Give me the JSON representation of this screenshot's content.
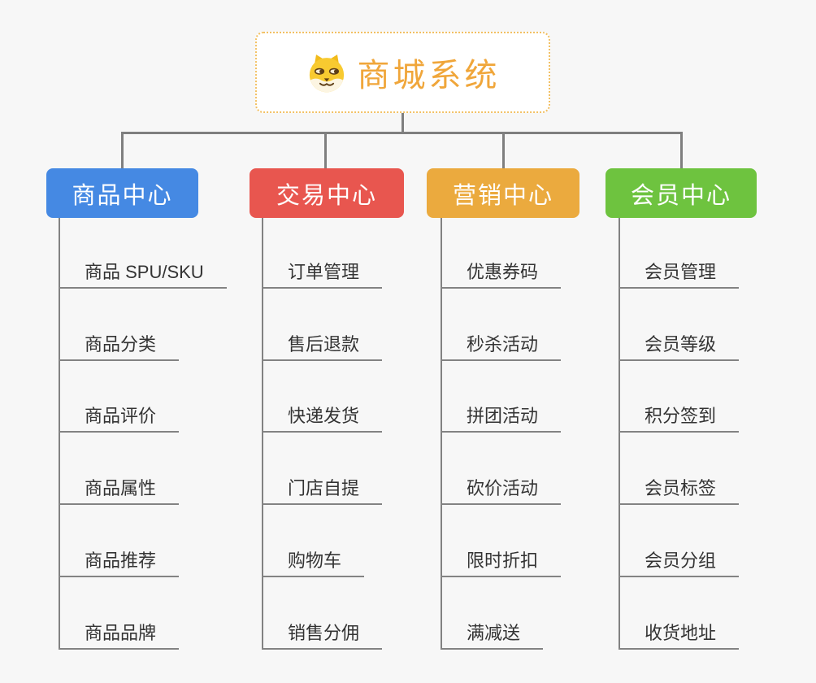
{
  "colors": {
    "background": "#f7f7f7",
    "connector": "#7f7f7f",
    "underline": "#838383",
    "leaf_text": "#333333",
    "root_border": "#f2c063",
    "root_title": "#f0a63a",
    "branch_product": "#4589e3",
    "branch_trade": "#e8564f",
    "branch_marketing": "#ebaa3e",
    "branch_member": "#6ec33f"
  },
  "root": {
    "title": "商城系统",
    "icon": "doge-icon"
  },
  "branches": [
    {
      "label": "商品中心",
      "color": "#4589e3",
      "items": [
        "商品 SPU/SKU",
        "商品分类",
        "商品评价",
        "商品属性",
        "商品推荐",
        "商品品牌"
      ]
    },
    {
      "label": "交易中心",
      "color": "#e8564f",
      "items": [
        "订单管理",
        "售后退款",
        "快递发货",
        "门店自提",
        "购物车",
        "销售分佣"
      ]
    },
    {
      "label": "营销中心",
      "color": "#ebaa3e",
      "items": [
        "优惠券码",
        "秒杀活动",
        "拼团活动",
        "砍价活动",
        "限时折扣",
        "满减送"
      ]
    },
    {
      "label": "会员中心",
      "color": "#6ec33f",
      "items": [
        "会员管理",
        "会员等级",
        "积分签到",
        "会员标签",
        "会员分组",
        "收货地址"
      ]
    }
  ]
}
